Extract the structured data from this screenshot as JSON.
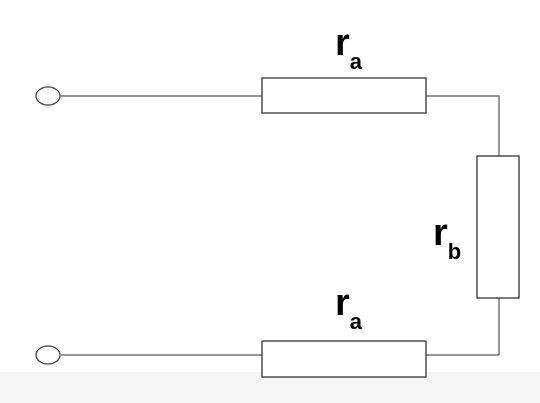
{
  "diagram": {
    "labels": {
      "top_resistor": {
        "symbol": "r",
        "subscript": "a"
      },
      "right_resistor": {
        "symbol": "r",
        "subscript": "b"
      },
      "bottom_resistor": {
        "symbol": "r",
        "subscript": "a"
      }
    }
  }
}
